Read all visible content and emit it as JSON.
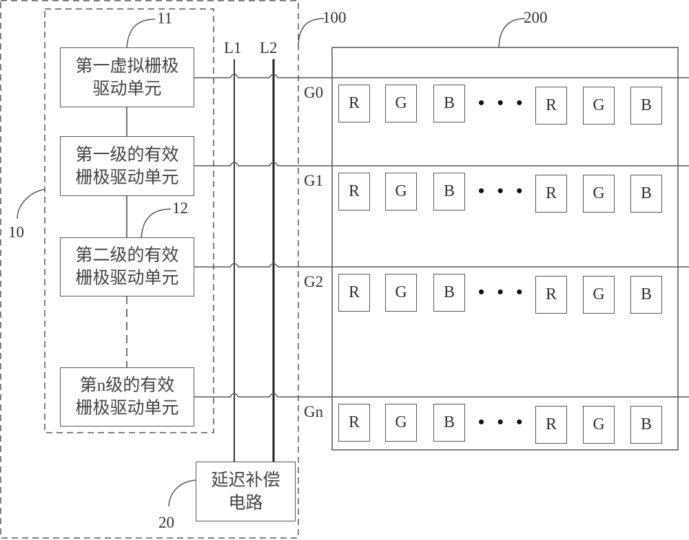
{
  "refs": {
    "r100": "100",
    "r200": "200",
    "r10": "10",
    "r11": "11",
    "r12": "12",
    "r20": "20"
  },
  "lines": {
    "l1": "L1",
    "l2": "L2"
  },
  "units": [
    {
      "line1": "第一虚拟栅极",
      "line2": "驱动单元"
    },
    {
      "line1": "第一级的有效",
      "line2": "栅极驱动单元"
    },
    {
      "line1": "第二级的有效",
      "line2": "栅极驱动单元"
    },
    {
      "line1": "第n级的有效",
      "line2": "栅极驱动单元"
    }
  ],
  "delay_circuit": {
    "line1": "延迟补偿",
    "line2": "电路"
  },
  "gates": [
    "G0",
    "G1",
    "G2",
    "Gn"
  ],
  "pixels": [
    "R",
    "G",
    "B",
    "R",
    "G",
    "B"
  ],
  "ellipsis": "• • •"
}
